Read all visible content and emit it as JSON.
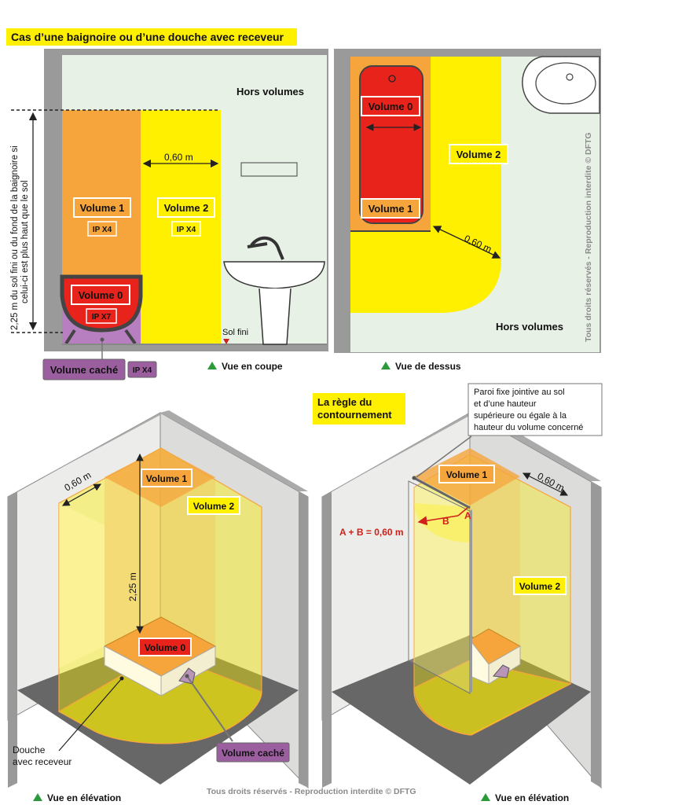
{
  "title": "Cas d’une baignoire ou d’une douche avec receveur",
  "coupe": {
    "hors_volumes": "Hors volumes",
    "dim_060": "0,60 m",
    "volume1": "Volume 1",
    "volume1_ip": "IP X4",
    "volume2": "Volume 2",
    "volume2_ip": "IP X4",
    "volume0": "Volume 0",
    "volume0_ip": "IP X7",
    "sol_fini": "Sol fini",
    "volume_cache": "Volume caché",
    "volume_cache_ip": "IP X4",
    "vertical_note_1": "2,25 m du sol fini ou du fond de la baignoire si",
    "vertical_note_2": "celui-ci est plus haut que le sol",
    "caption": "Vue en coupe"
  },
  "dessus": {
    "volume0": "Volume 0",
    "volume1": "Volume 1",
    "volume2": "Volume 2",
    "dim_060": "0,60 m",
    "hors_volumes": "Hors volumes",
    "copyright_vertical": "Tous droits réservés - Reproduction interdite © DFTG",
    "caption": "Vue de dessus"
  },
  "elevation_left": {
    "dim_060": "0,60 m",
    "volume1": "Volume 1",
    "volume2": "Volume 2",
    "dim_225": "2,25 m",
    "volume0": "Volume 0",
    "douche_1": "Douche",
    "douche_2": "avec receveur",
    "volume_cache": "Volume caché",
    "caption": "Vue en élévation"
  },
  "elevation_right": {
    "regle_1": "La règle du",
    "regle_2": "contournement",
    "paroi_1": "Paroi fixe jointive au sol",
    "paroi_2": "et d’une hauteur",
    "paroi_3": "supérieure ou égale à la",
    "paroi_4": "hauteur du volume concerné",
    "volume1": "Volume 1",
    "dim_060": "0,60 m",
    "formula": "A + B = 0,60 m",
    "label_a": "A",
    "label_b": "B",
    "volume2": "Volume 2",
    "caption": "Vue en élévation"
  },
  "footer_copyright": "Tous droits réservés - Reproduction interdite © DFTG",
  "colors": {
    "volume0": "#e8231c",
    "volume1": "#f5a53c",
    "volume2": "#fff000",
    "hors": "#e8f1e6",
    "cache": "#9b5fa0",
    "wall": "#c8c8c8",
    "accent_title": "#fff000"
  }
}
